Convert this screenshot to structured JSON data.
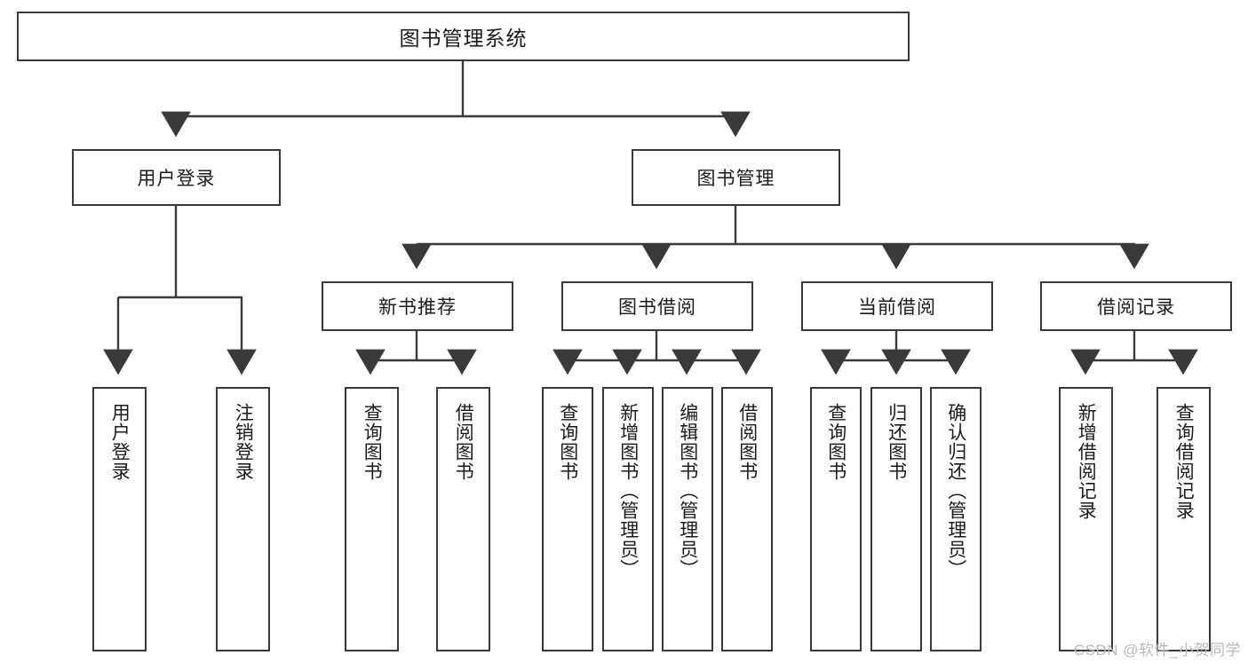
{
  "diagram": {
    "type": "tree-hierarchy",
    "title_text": "图书管理系统",
    "orientation": "top-down",
    "colors": {
      "box_border": "#3a3a3a",
      "box_fill": "#ffffff",
      "connector": "#3a3a3a",
      "text": "#1b1b1b",
      "watermark": "#b9b9b9",
      "background": "#ffffff"
    }
  },
  "root": {
    "label": "图书管理系统"
  },
  "level2": [
    {
      "label": "用户登录"
    },
    {
      "label": "图书管理"
    }
  ],
  "level3": [
    {
      "label": "新书推荐"
    },
    {
      "label": "图书借阅"
    },
    {
      "label": "当前借阅"
    },
    {
      "label": "借阅记录"
    }
  ],
  "leaves": {
    "user_login": [
      {
        "label": "用户登录"
      },
      {
        "label": "注销登录"
      }
    ],
    "new_book_recommend": [
      {
        "label": "查询图书"
      },
      {
        "label": "借阅图书"
      }
    ],
    "book_borrow": [
      {
        "label": "查询图书"
      },
      {
        "label": "新增图书（管理员）"
      },
      {
        "label": "编辑图书（管理员）"
      },
      {
        "label": "借阅图书"
      }
    ],
    "current_borrow": [
      {
        "label": "查询图书"
      },
      {
        "label": "归还图书"
      },
      {
        "label": "确认归还（管理员）"
      }
    ],
    "borrow_record": [
      {
        "label": "新增借阅记录"
      },
      {
        "label": "查询借阅记录"
      }
    ]
  },
  "watermark": {
    "text": "CSDN @软件_小贺同学"
  }
}
